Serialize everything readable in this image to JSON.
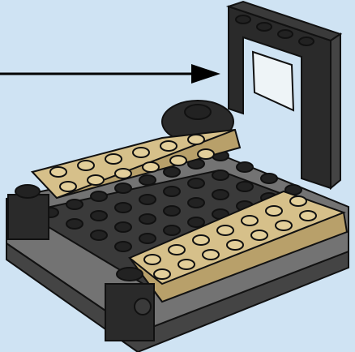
{
  "illustration": {
    "kind": "lego-building-instruction-step",
    "palette": {
      "background": "#cfe3f3",
      "black": "#2a2a2a",
      "black_top": "#3a3a3a",
      "black_stud": "#222222",
      "dark_gray": "#5a5a5a",
      "dark_gray_side": "#444444",
      "dark_gray_top": "#737373",
      "tan": "#d6c08a",
      "tan_side": "#b8a06a",
      "tan_stud": "#e3cf9a",
      "glass": "#eef4f7",
      "outline": "#111111",
      "arrow": "#000000"
    },
    "parts": [
      "callout-arrow",
      "gray-base-plate",
      "black-plate",
      "tan-plate-back",
      "tan-plate-front",
      "black-window-frame",
      "window-glass",
      "round-tile",
      "black-brick-left",
      "black-brick-front"
    ]
  }
}
